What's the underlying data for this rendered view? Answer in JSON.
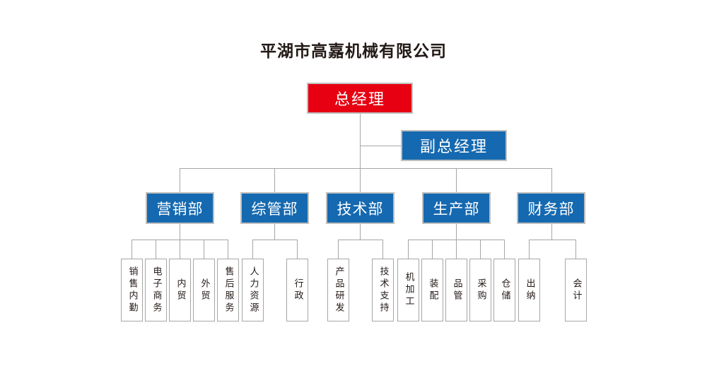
{
  "title": "平湖市高嘉机械有限公司",
  "colors": {
    "top_node": "#e60012",
    "node_blue": "#1569b0",
    "line": "#a6a6a6",
    "box_border": "#bfbfbf",
    "leaf_border": "#a6a6a6",
    "text_dark": "#231916",
    "text_light": "#ffffff",
    "background": "#ffffff"
  },
  "nodes": {
    "top": {
      "label": "总经理"
    },
    "vice": {
      "label": "副总经理"
    }
  },
  "departments": [
    {
      "label": "营销部",
      "children": [
        {
          "label": "销售内勤"
        },
        {
          "label": "电子商务"
        },
        {
          "label": "内贸"
        },
        {
          "label": "外贸"
        },
        {
          "label": "售后服务"
        }
      ]
    },
    {
      "label": "综管部",
      "children": [
        {
          "label": "人力资源"
        },
        {
          "label": "行政"
        }
      ]
    },
    {
      "label": "技术部",
      "children": [
        {
          "label": "产品研发"
        },
        {
          "label": "技术支持"
        }
      ]
    },
    {
      "label": "生产部",
      "children": [
        {
          "label": "机加工"
        },
        {
          "label": "装配"
        },
        {
          "label": "品管"
        },
        {
          "label": "采购"
        },
        {
          "label": "仓储"
        }
      ]
    },
    {
      "label": "财务部",
      "children": [
        {
          "label": "出纳"
        },
        {
          "label": "会计"
        }
      ]
    }
  ]
}
